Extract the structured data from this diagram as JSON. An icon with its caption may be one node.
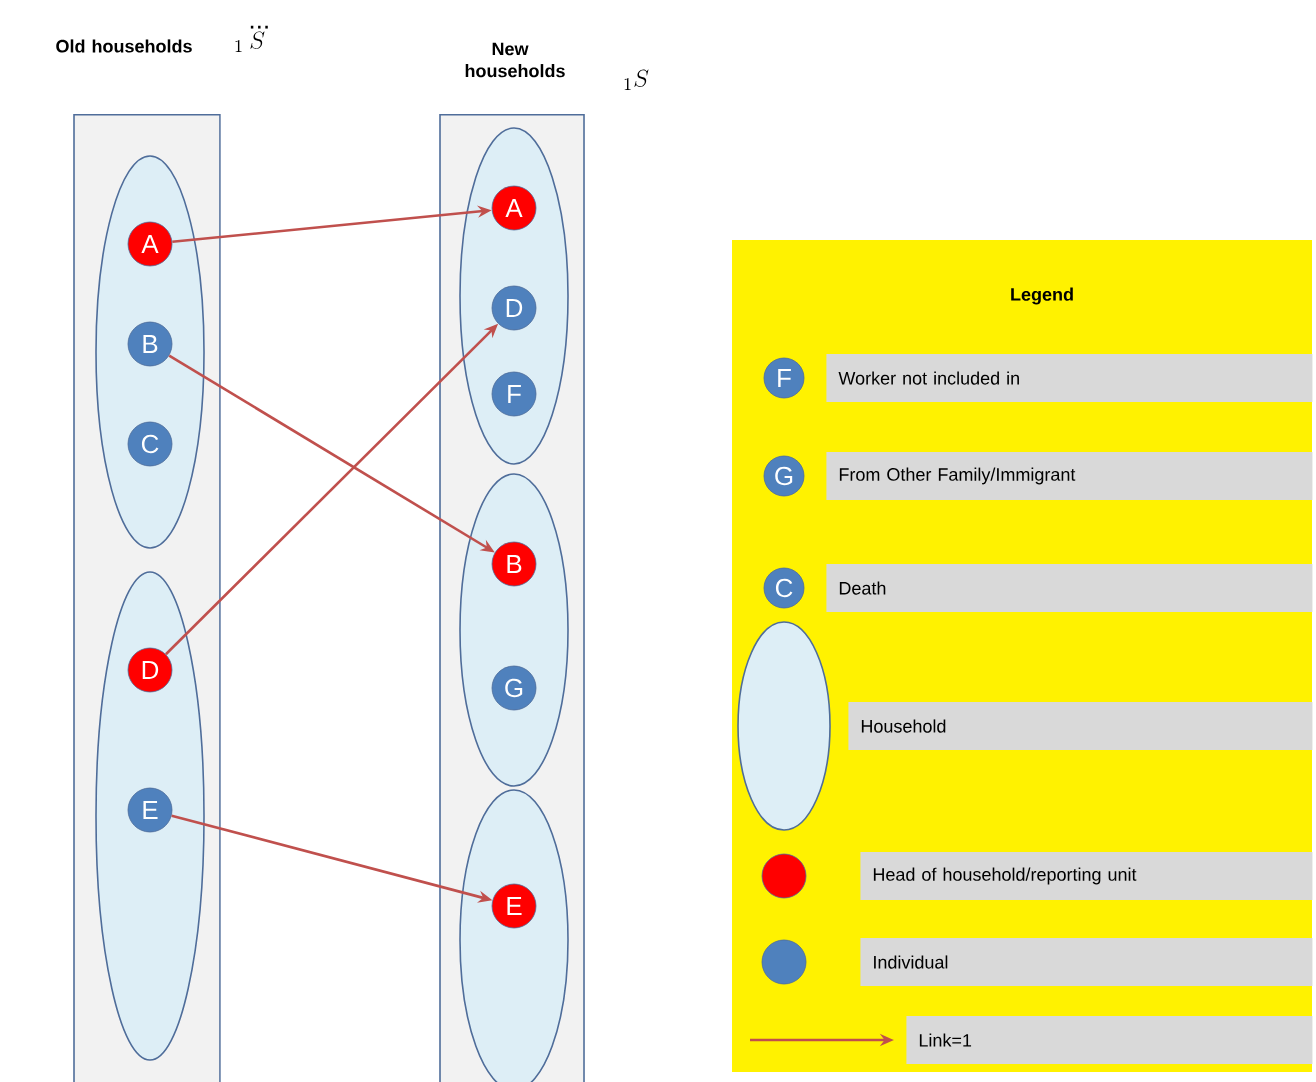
{
  "diagram": {
    "nodes": [
      {
        "text": [
          "Old households"
        ]
      },
      {
        "text": [],
        "shape": "ellipse",
        "in": 0
      },
      {
        "text": [
          "A"
        ],
        "in": 1
      },
      {
        "text": [
          "B"
        ],
        "in": 1
      },
      {
        "text": [
          "C"
        ],
        "in": 1
      },
      {
        "text": [],
        "shape": "ellipse",
        "in": 0
      },
      {
        "text": [
          "D"
        ],
        "in": 5
      },
      {
        "text": [
          "E"
        ],
        "in": 5
      },
      {
        "text": [
          "New households"
        ]
      },
      {
        "text": [],
        "shape": "ellipse",
        "in": 8
      },
      {
        "text": [
          "A"
        ],
        "in": 9
      },
      {
        "text": [
          "D"
        ],
        "in": 9
      },
      {
        "text": [
          "F"
        ],
        "in": 9
      },
      {
        "text": [],
        "shape": "ellipse",
        "in": 8
      },
      {
        "text": [
          "B"
        ],
        "in": 13
      },
      {
        "text": [
          "G"
        ],
        "in": 13
      },
      {
        "text": [],
        "shape": "ellipse",
        "in": 8
      },
      {
        "text": [
          "E"
        ],
        "in": 16
      }
    ],
    "edges": [
      {
        "from": 2,
        "to": 10,
        "arrow": "to"
      },
      {
        "from": 3,
        "to": 14,
        "arrow": "to"
      },
      {
        "from": 6,
        "to": 11,
        "arrow": "to"
      },
      {
        "from": 7,
        "to": 17,
        "arrow": "to"
      }
    ],
    "labels": [
      "{}_{1}\\dddot{S}",
      "{}_{1}S",
      "Legend",
      "F",
      "G",
      "C"
    ],
    "legend": [
      {
        "text": "Worker not included in"
      },
      {
        "text": "From Other Family/Immigrant"
      },
      {
        "text": "Death"
      },
      {
        "text": "Household"
      },
      {
        "text": "Head of household/reporting unit",
        "color": "#ff0000"
      },
      {
        "text": "Individual",
        "color": "#4f81bd"
      },
      {
        "text": "Link=1"
      }
    ]
  }
}
